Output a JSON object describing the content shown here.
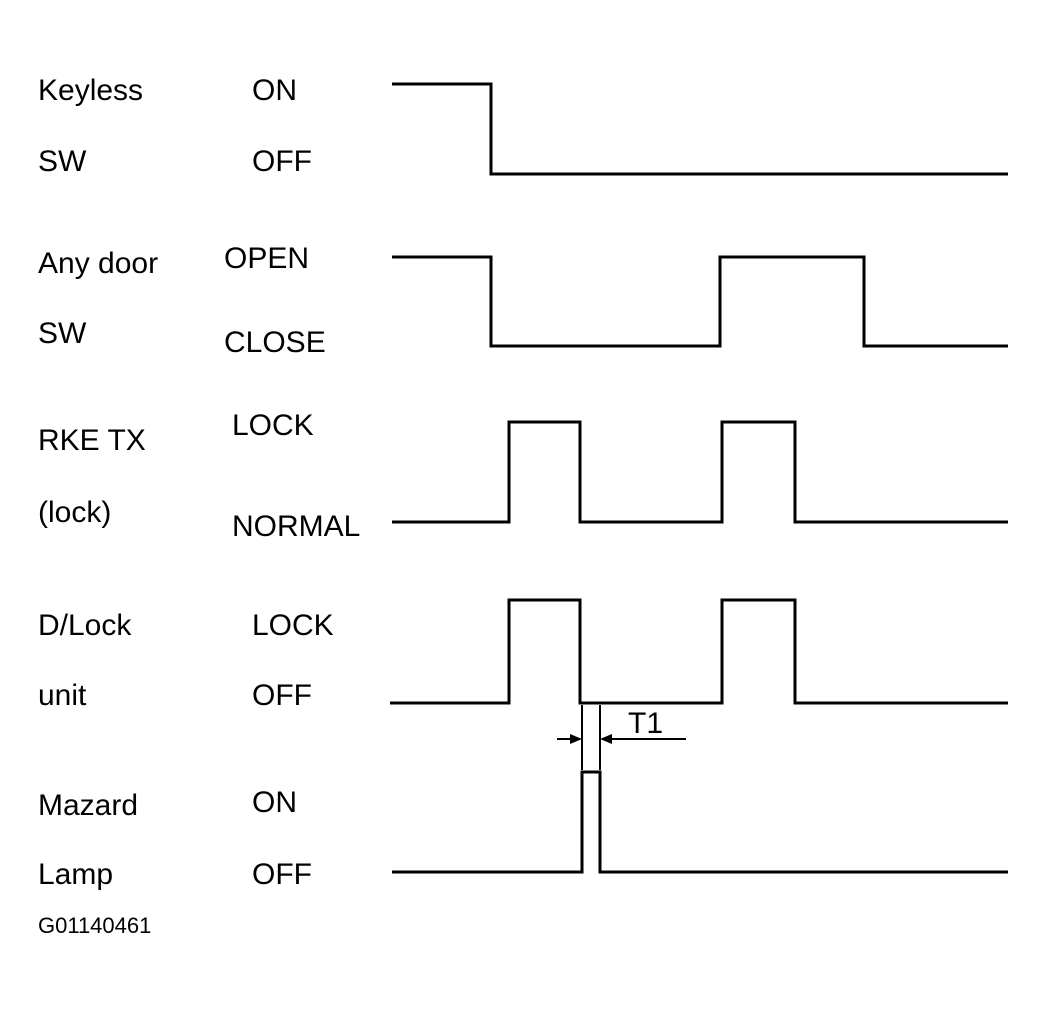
{
  "signals": [
    {
      "name_line1": "Keyless",
      "name_line2": "SW",
      "high_state": "ON",
      "low_state": "OFF"
    },
    {
      "name_line1": "Any door",
      "name_line2": "SW",
      "high_state": "OPEN",
      "low_state": "CLOSE"
    },
    {
      "name_line1": "RKE TX",
      "name_line2": "(lock)",
      "high_state": "LOCK",
      "low_state": "NORMAL"
    },
    {
      "name_line1": "D/Lock",
      "name_line2": "unit",
      "high_state": "LOCK",
      "low_state": "OFF"
    },
    {
      "name_line1": "Mazard",
      "name_line2": "Lamp",
      "high_state": "ON",
      "low_state": "OFF"
    }
  ],
  "timing_label": "T1",
  "figure_code": "G01140461"
}
